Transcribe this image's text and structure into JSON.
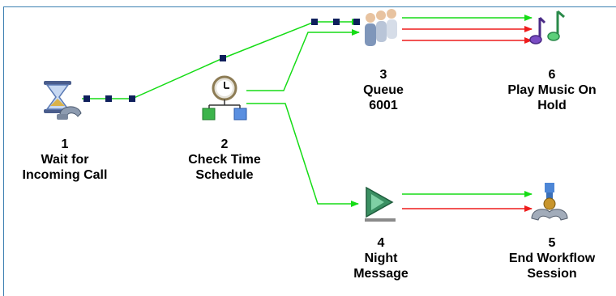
{
  "colors": {
    "background": "#ffffff",
    "frame": "#3c7fb1",
    "success_link": "#16dc16",
    "failure_link": "#ee1c1c",
    "handle": "#0f1f5c"
  },
  "nodes": [
    {
      "id": "wait",
      "icon": "hourglass-phone-icon",
      "number": "1",
      "label_lines": [
        "Wait for",
        "Incoming Call"
      ]
    },
    {
      "id": "schedule",
      "icon": "clock-schedule-icon",
      "number": "2",
      "label_lines": [
        "Check Time",
        "Schedule"
      ]
    },
    {
      "id": "queue",
      "icon": "people-queue-icon",
      "number": "3",
      "label_lines": [
        "Queue",
        "6001"
      ]
    },
    {
      "id": "night",
      "icon": "play-message-icon",
      "number": "4",
      "label_lines": [
        "Night",
        "Message"
      ]
    },
    {
      "id": "end",
      "icon": "end-session-icon",
      "number": "5",
      "label_lines": [
        "End Workflow",
        "Session"
      ]
    },
    {
      "id": "music",
      "icon": "music-notes-icon",
      "number": "6",
      "label_lines": [
        "Play Music On",
        "Hold"
      ]
    }
  ],
  "connections": [
    {
      "from": "wait",
      "to": "queue",
      "type": "success"
    },
    {
      "from": "schedule",
      "to": "queue",
      "type": "success"
    },
    {
      "from": "schedule",
      "to": "night",
      "type": "success"
    },
    {
      "from": "queue",
      "to": "music",
      "type": "success"
    },
    {
      "from": "queue",
      "to": "music",
      "type": "failure"
    },
    {
      "from": "queue",
      "to": "music",
      "type": "failure"
    },
    {
      "from": "night",
      "to": "end",
      "type": "success"
    },
    {
      "from": "night",
      "to": "end",
      "type": "failure"
    }
  ]
}
